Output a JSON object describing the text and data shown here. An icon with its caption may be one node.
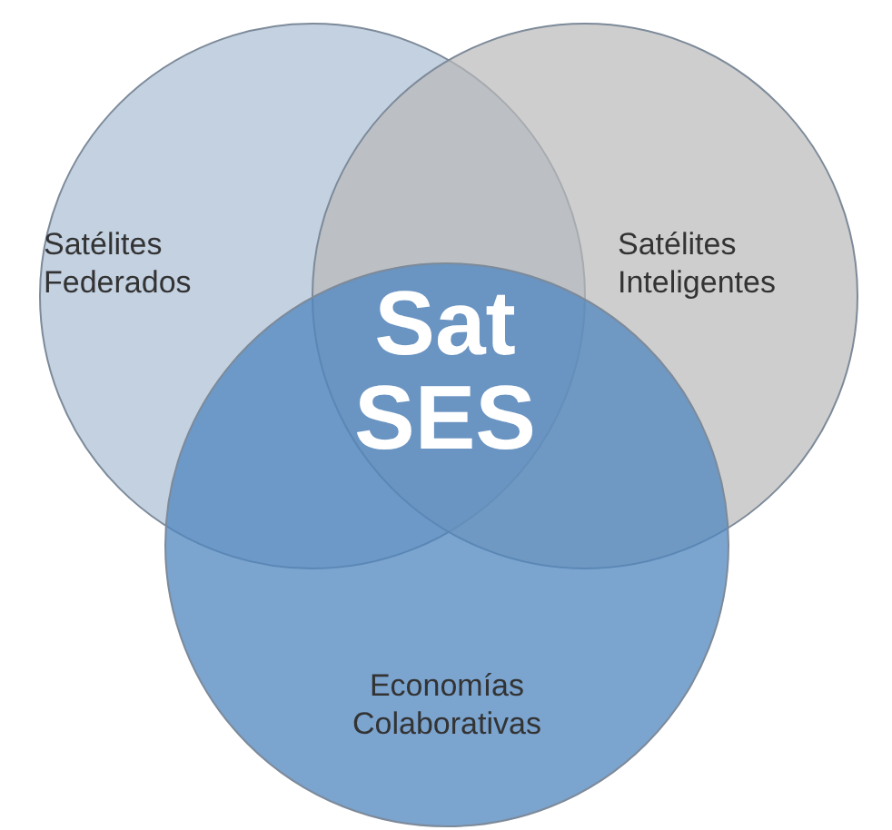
{
  "diagram": {
    "nodes": [
      {
        "text": [
          "Satélites Federados"
        ]
      },
      {
        "text": [
          "Satélites Inteligentes"
        ]
      },
      {
        "text": [
          "Economías Colaborativas"
        ]
      }
    ],
    "edges": [],
    "labels": [
      "Sat SES"
    ]
  }
}
